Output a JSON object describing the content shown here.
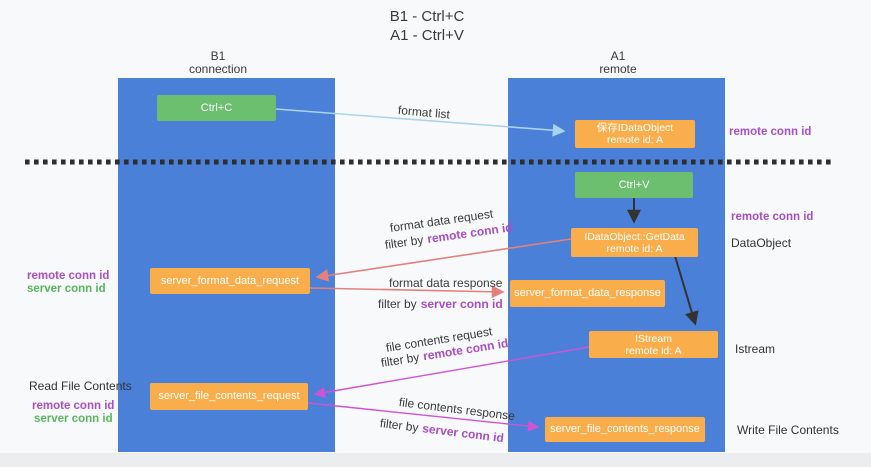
{
  "title": {
    "line1": "B1 - Ctrl+C",
    "line2": "A1 - Ctrl+V"
  },
  "lanes": {
    "left": {
      "name": "B1",
      "role": "connection"
    },
    "right": {
      "name": "A1",
      "role": "remote"
    }
  },
  "nodes": {
    "ctrl_c": "Ctrl+C",
    "ctrl_v": "Ctrl+V",
    "save_idataobject": {
      "title": "保存IDataObject",
      "subtitle": "remote id: A"
    },
    "getdata": {
      "title": "IDataObject::GetData",
      "subtitle": "remote id: A"
    },
    "istream": {
      "title": "IStream",
      "subtitle": "remote id: A"
    },
    "format_request": "server_format_data_request",
    "format_response": "server_format_data_response",
    "file_request": "server_file_contents_request",
    "file_response": "server_file_contents_response"
  },
  "edges": {
    "format_list": "format list",
    "format_data_request": "format data request",
    "format_data_response": "format data response",
    "file_contents_request": "file contents request",
    "file_contents_response": "file contents response",
    "filter_by": "filter by",
    "remote_conn_id": "remote conn id",
    "server_conn_id": "server conn id"
  },
  "annotations": {
    "right_remote_conn_id_top": "remote conn id",
    "right_remote_conn_id_mid": "remote conn id",
    "dataobject": "DataObject",
    "istream": "Istream",
    "write_file_contents": "Write File Contents",
    "read_file_contents": "Read File Contents",
    "left_mid_remote": "remote conn id",
    "left_mid_server": "server conn id",
    "left_bottom_remote": "remote conn id",
    "left_bottom_server": "server conn id"
  },
  "colors": {
    "lane_blue": "#4a80d8",
    "box_orange": "#f9ae4b",
    "box_green": "#6cbf6f",
    "purple_text": "#a84fc3",
    "green_text": "#57b75c",
    "salmon_arrow": "#e5807d",
    "magenta_arrow": "#cf54d4",
    "lightblue_arrow": "#a9d4ef",
    "dashed_line": "#2e2e2e"
  }
}
